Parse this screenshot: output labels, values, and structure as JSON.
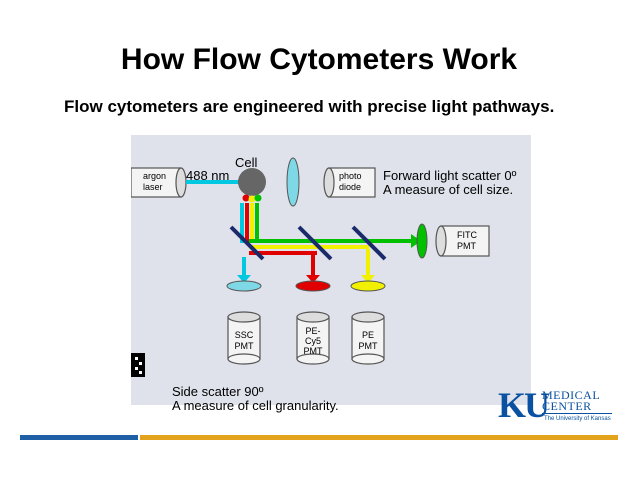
{
  "slide": {
    "title": "How Flow Cytometers Work",
    "subtitle": "Flow cytometers are engineered with precise light pathways."
  },
  "diagram": {
    "labels": {
      "argon_laser": "argon laser",
      "wavelength": "488 nm",
      "cell": "Cell",
      "photo_diode": "photo diode",
      "fitc_pmt": "FITC PMT",
      "ssc_pmt": "SSC PMT",
      "pecy5_pmt": "PE- Cy5 PMT",
      "pe_pmt": "PE PMT"
    },
    "forward_scatter": {
      "line1": "Forward light scatter 0º",
      "line2": "A measure of cell size."
    },
    "side_scatter": {
      "line1": "Side scatter 90º",
      "line2": "A measure of cell granularity."
    },
    "colors": {
      "laser": "#00c8e0",
      "red": "#e00000",
      "yellow": "#f0f000",
      "green": "#00c000"
    }
  },
  "logo": {
    "initials": "KU",
    "line1": "MEDICAL",
    "line2": "CENTER",
    "line3": "The University of Kansas"
  },
  "footer": {
    "bar_left_color": "#1f5fa6",
    "bar_right_color": "#e3a31c"
  }
}
